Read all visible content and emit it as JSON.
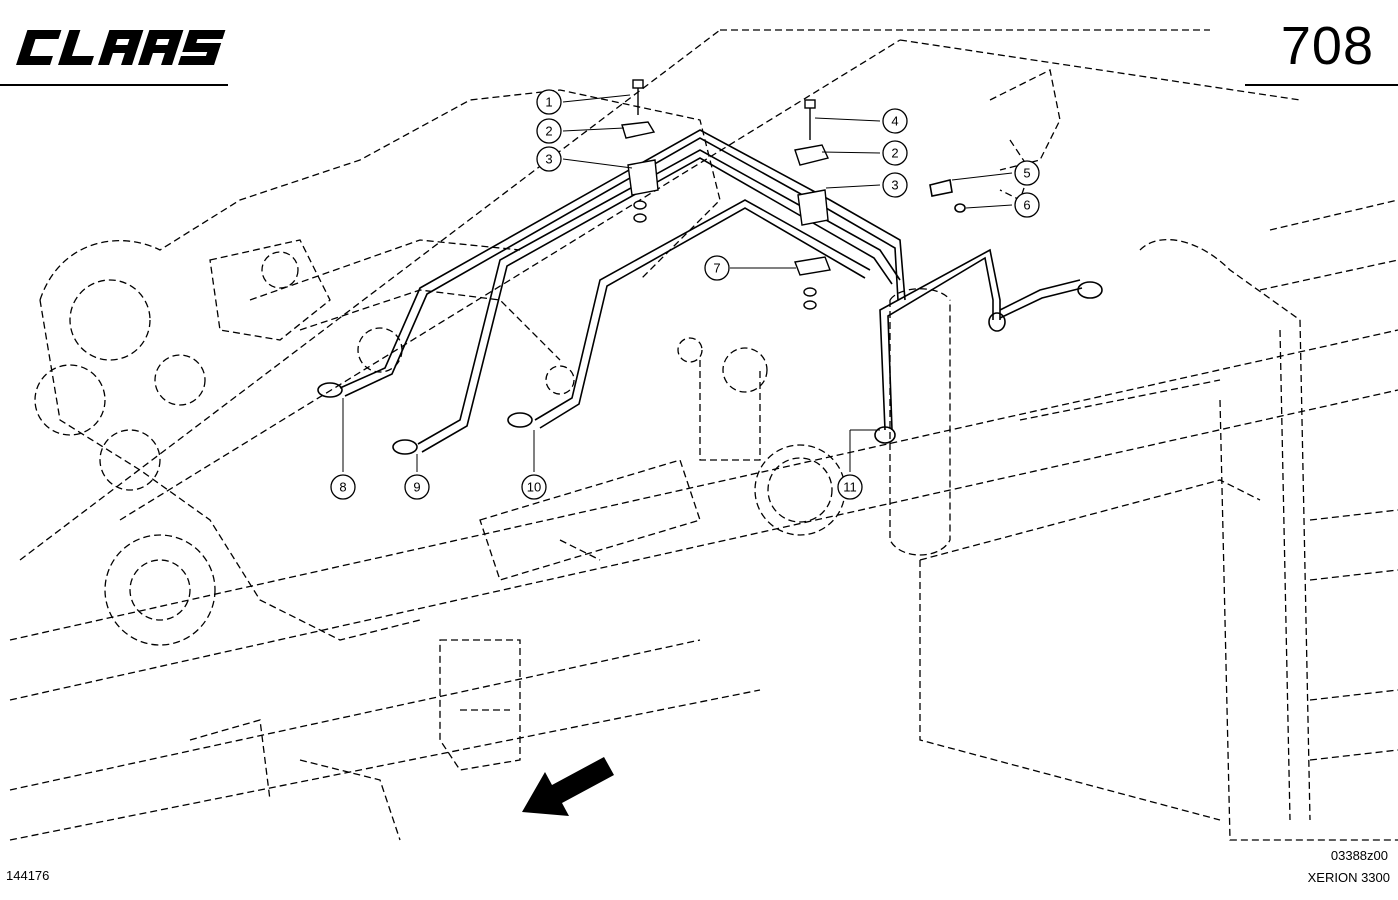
{
  "header": {
    "brand": "CLAAS",
    "page_number": "708"
  },
  "footer": {
    "sheet_id": "144176",
    "drawing_ref": "03388z00",
    "model": "XERION 3300"
  },
  "callouts": [
    {
      "id": "c1",
      "label": "1"
    },
    {
      "id": "c2a",
      "label": "2"
    },
    {
      "id": "c3a",
      "label": "3"
    },
    {
      "id": "c4",
      "label": "4"
    },
    {
      "id": "c2b",
      "label": "2"
    },
    {
      "id": "c3b",
      "label": "3"
    },
    {
      "id": "c5",
      "label": "5"
    },
    {
      "id": "c6",
      "label": "6"
    },
    {
      "id": "c7",
      "label": "7"
    },
    {
      "id": "c8",
      "label": "8"
    },
    {
      "id": "c9",
      "label": "9"
    },
    {
      "id": "c10",
      "label": "10"
    },
    {
      "id": "c11",
      "label": "11"
    }
  ]
}
